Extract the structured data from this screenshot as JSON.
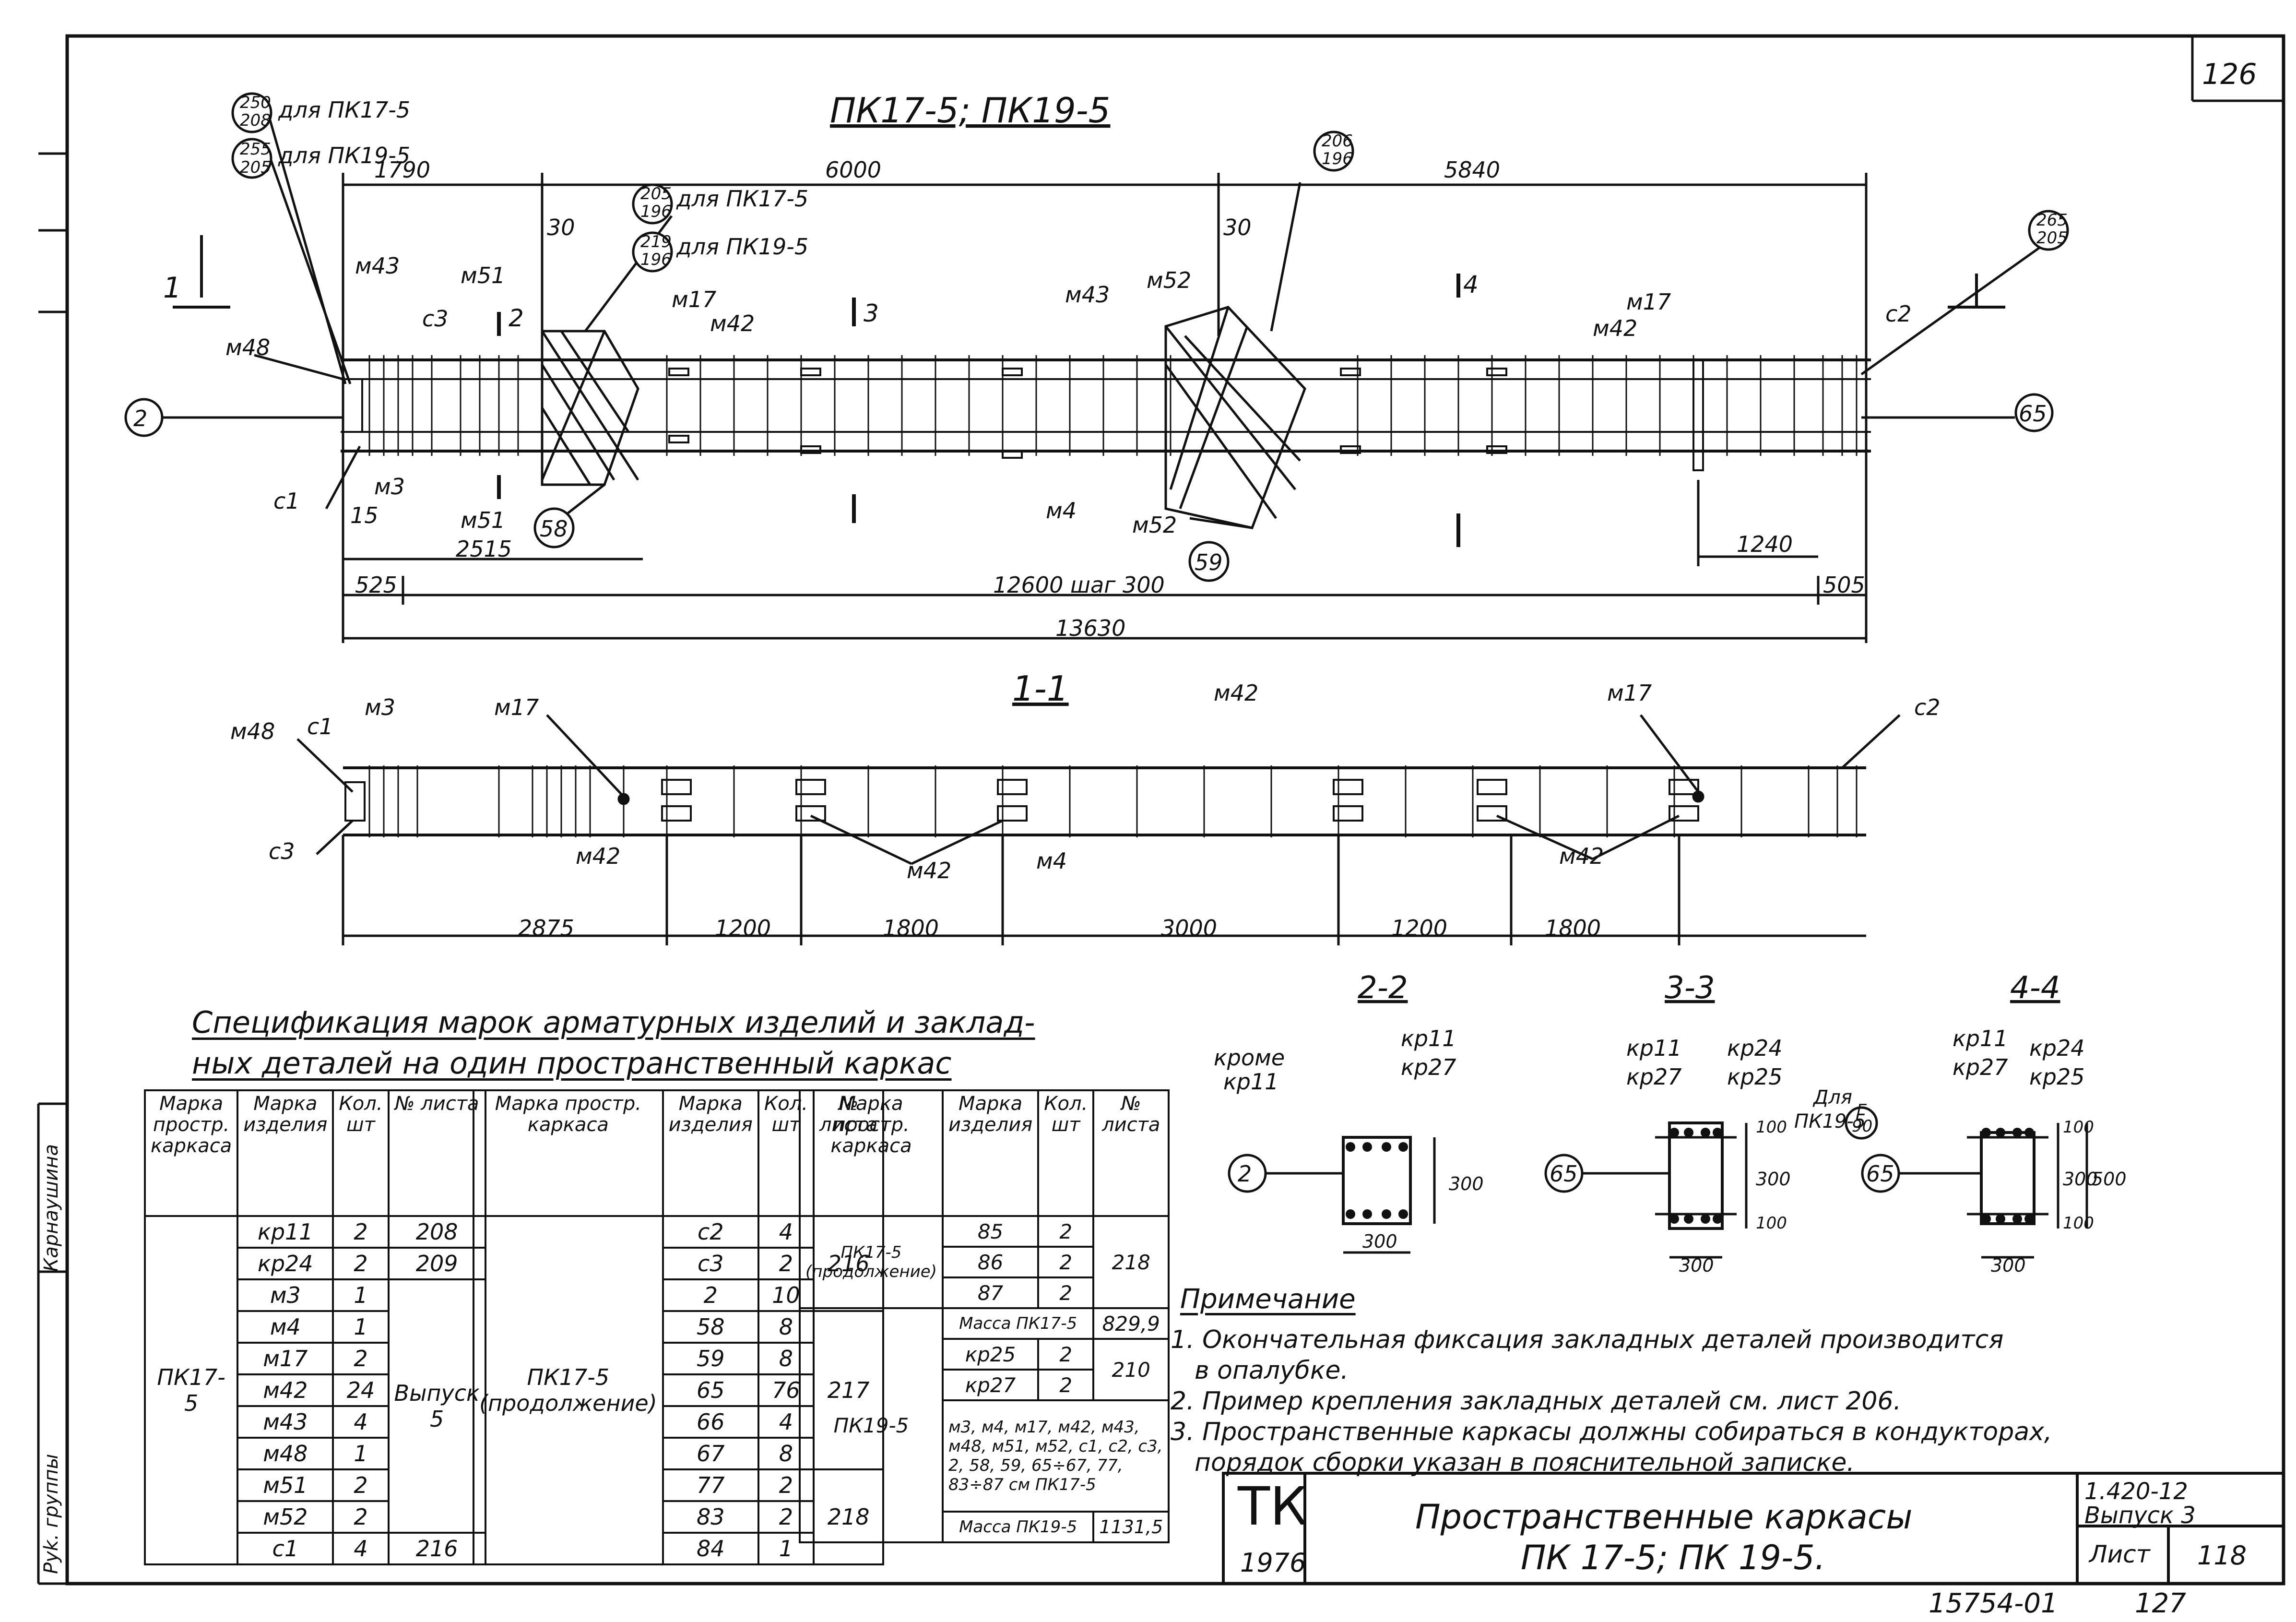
{
  "sheet": {
    "page_no_top": "126",
    "bottom_left_no": "15754-01",
    "bottom_right_no": "127",
    "side_stamp_1": "Руk. группы",
    "side_stamp_2": "Карнаушина"
  },
  "plan": {
    "title": "ПК17-5; ПК19-5",
    "section_1_1_title": "1-1",
    "dims_top": [
      "1790",
      "6000",
      "5840"
    ],
    "dims_bottom": [
      "525",
      "12600 шаг 300",
      "505",
      "13630",
      "2515",
      "15",
      "1240",
      "30",
      "30"
    ],
    "circles": [
      "2",
      "65",
      "58",
      "59"
    ],
    "stack_labels": [
      {
        "top": "250",
        "bottom": "208",
        "text": "для ПК17-5"
      },
      {
        "top": "255",
        "bottom": "205",
        "text": "для ПК19-5"
      },
      {
        "top": "205",
        "bottom": "196",
        "text": "для ПК17-5"
      },
      {
        "top": "219",
        "bottom": "196",
        "text": "для ПК19-5"
      },
      {
        "top": "206",
        "bottom": "196",
        "text": ""
      },
      {
        "top": "265",
        "bottom": "205",
        "text": ""
      }
    ],
    "marks": [
      "м48",
      "м43",
      "м51",
      "с3",
      "м17",
      "м42",
      "м43",
      "м52",
      "м17",
      "м42",
      "с2",
      "с1",
      "м3",
      "м51",
      "м4",
      "м52",
      "1",
      "2",
      "3",
      "4"
    ],
    "sec_dims": [
      "2875",
      "1200",
      "1800",
      "3000",
      "1200",
      "1800"
    ],
    "sec_marks": [
      "м48",
      "с1",
      "м3",
      "м17",
      "м42",
      "м17",
      "с2",
      "с3",
      "м42",
      "м42",
      "м4",
      "м42"
    ]
  },
  "sections": [
    {
      "title": "2-2",
      "circle": "2",
      "labels": [
        "кроме",
        "кр11",
        "кр11",
        "кр27"
      ],
      "dims": [
        "300",
        "300"
      ]
    },
    {
      "title": "3-3",
      "circle": "65",
      "labels": [
        "кр11",
        "кр27",
        "кр24",
        "кр25"
      ],
      "dims": [
        "300",
        "100",
        "300",
        "100"
      ]
    },
    {
      "title": "4-4",
      "circle": "65",
      "labels": [
        "кр11",
        "кр27",
        "кр24",
        "кр25",
        "Для",
        "ПК19-5",
        "Г",
        "90"
      ],
      "dims": [
        "300",
        "100",
        "300",
        "100",
        "500"
      ]
    }
  ],
  "spec": {
    "title_line1": "Спецификация марок арматурных изделий и заклад-",
    "title_line2": "ных деталей на один пространственный каркас",
    "headers": [
      "Марка простр. каркаса",
      "Марка изделия",
      "Кол. шт",
      "№ листа"
    ],
    "t1": {
      "frame": "ПК17-5",
      "rows": [
        [
          "кр11",
          "2",
          "208"
        ],
        [
          "кр24",
          "2",
          "209"
        ],
        [
          "м3",
          "1",
          ""
        ],
        [
          "м4",
          "1",
          ""
        ],
        [
          "м17",
          "2",
          ""
        ],
        [
          "м42",
          "24",
          ""
        ],
        [
          "м43",
          "4",
          ""
        ],
        [
          "м48",
          "1",
          ""
        ],
        [
          "м51",
          "2",
          ""
        ],
        [
          "м52",
          "2",
          ""
        ],
        [
          "с1",
          "4",
          "216"
        ]
      ],
      "merged_sheet": "Выпуск 5"
    },
    "t2": {
      "frame": "ПК17-5 (продолжение)",
      "rows": [
        [
          "с2",
          "4"
        ],
        [
          "с3",
          "2"
        ],
        [
          "2",
          "10"
        ],
        [
          "58",
          "8"
        ],
        [
          "59",
          "8"
        ],
        [
          "65",
          "76"
        ],
        [
          "66",
          "4"
        ],
        [
          "67",
          "8"
        ],
        [
          "77",
          "2"
        ],
        [
          "83",
          "2"
        ],
        [
          "84",
          "1"
        ]
      ],
      "sheets": [
        "216",
        "217",
        "218"
      ]
    },
    "t3": {
      "frame1": "ПК17-5 (продолжение)",
      "rows1": [
        [
          "85",
          "2"
        ],
        [
          "86",
          "2"
        ],
        [
          "87",
          "2"
        ]
      ],
      "sheet1": "218",
      "mass1_label": "Масса ПК17-5",
      "mass1_value": "829,9",
      "frame2": "ПК19-5",
      "rows2": [
        [
          "кр25",
          "2"
        ],
        [
          "кр27",
          "2"
        ]
      ],
      "sheet2": "210",
      "list2": "м3, м4, м17, м42, м43, м48, м51, м52, с1, с2, с3, 2, 58, 59, 65÷67, 77, 83÷87 см ПК17-5",
      "mass2_label": "Масса ПК19-5",
      "mass2_value": "1131,5"
    }
  },
  "notes": {
    "title": "Примечание",
    "items": [
      "1. Окончательная фиксация закладных деталей производится",
      "в опалубке.",
      "2. Пример крепления закладных деталей см. лист 206.",
      "3. Пространственные каркасы должны собираться в кондукторах,",
      "порядок сборки указан в пояснительной записке."
    ]
  },
  "titleblock": {
    "tk": "ТК",
    "year": "1976",
    "name1": "Пространственные каркасы",
    "name2": "ПК 17-5; ПК 19-5.",
    "code": "1.420-12",
    "issue": "Выпуск 3",
    "sheet_label": "Лист",
    "sheet_no": "118"
  }
}
